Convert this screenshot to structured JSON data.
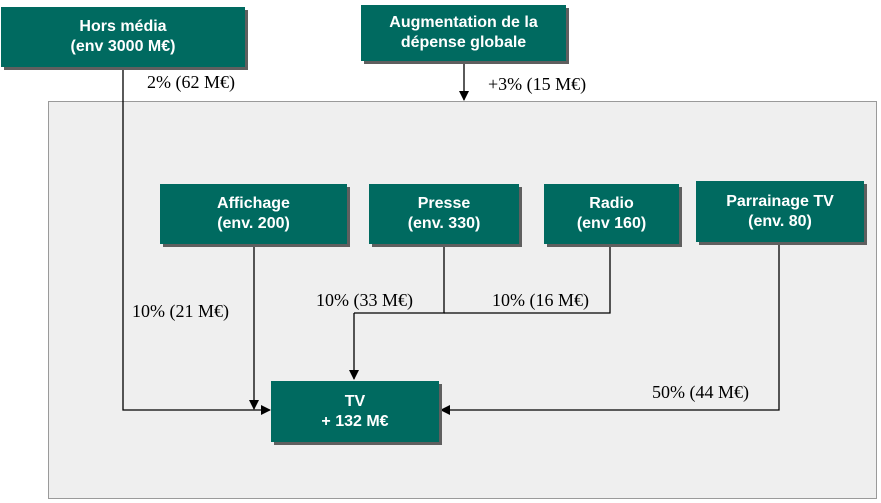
{
  "sources_top": {
    "hors_media": {
      "line1": "Hors média",
      "line2": "(env 3000 M€)"
    },
    "augmentation": {
      "line1": "Augmentation de la",
      "line2": "dépense globale"
    }
  },
  "media": {
    "affichage": {
      "line1": "Affichage",
      "line2": "(env. 200)"
    },
    "presse": {
      "line1": "Presse",
      "line2": "(env. 330)"
    },
    "radio": {
      "line1": "Radio",
      "line2": "(env 160)"
    },
    "parrainage": {
      "line1": "Parrainage TV",
      "line2": "(env. 80)"
    }
  },
  "target": {
    "line1": "TV",
    "line2": "+ 132 M€"
  },
  "flows": {
    "hors_media": "2% (62 M€)",
    "augmentation": "+3% (15 M€)",
    "affichage": "10% (21 M€)",
    "presse": "10% (33 M€)",
    "radio": "10% (16 M€)",
    "parrainage": "50% (44 M€)"
  },
  "colors": {
    "box_fill": "#006a60",
    "panel": "#efefef",
    "box_text": "#ffffff"
  }
}
